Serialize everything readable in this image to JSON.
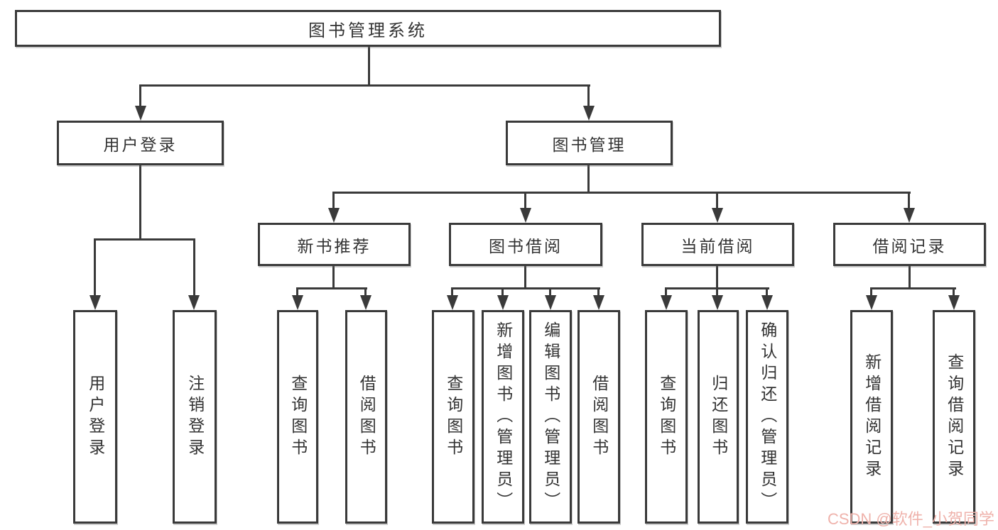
{
  "diagram": {
    "root": {
      "label": "图书管理系统"
    },
    "level2": [
      {
        "label": "用户登录"
      },
      {
        "label": "图书管理"
      }
    ],
    "level3": [
      {
        "label": "新书推荐"
      },
      {
        "label": "图书借阅"
      },
      {
        "label": "当前借阅"
      },
      {
        "label": "借阅记录"
      }
    ],
    "leaves": {
      "login": [
        "用户登录",
        "注销登录"
      ],
      "newbook": [
        "查询图书",
        "借阅图书"
      ],
      "borrow": [
        "查询图书",
        "新增图书（管理员）",
        "编辑图书（管理员）",
        "借阅图书"
      ],
      "current": [
        "查询图书",
        "归还图书",
        "确认归还（管理员）"
      ],
      "records": [
        "新增借阅记录",
        "查询借阅记录"
      ]
    }
  },
  "watermark": {
    "text": "CSDN @软件_小贺同学"
  },
  "colors": {
    "line": "#3a3a3a",
    "text": "#333333",
    "background": "#ffffff",
    "watermark": "#efb2ab"
  }
}
